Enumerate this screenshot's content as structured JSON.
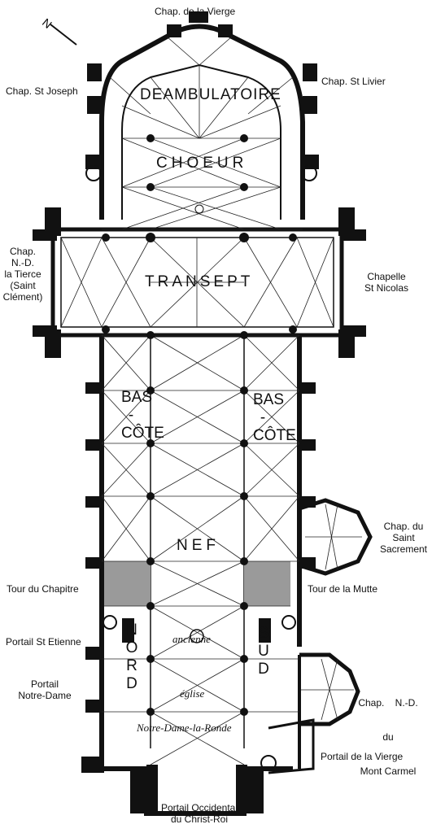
{
  "plan": {
    "north_arrow": "N",
    "areas": {
      "ambulatory": "DEAMBULATOIRE",
      "choir": "CHOEUR",
      "transept": "TRANSEPT",
      "nave": "NEF",
      "aisle_left": "BAS\n-\nCÔTE",
      "aisle_right": "BAS\n-\nCÔTE",
      "nord": "N\nO\nR\nD",
      "sud": "S\nU\nD"
    },
    "old_church": [
      "ancienne",
      "église",
      "Notre-Dame-la-Ronde"
    ],
    "labels": {
      "chap_vierge": "Chap. de la Vierge",
      "chap_st_joseph": "Chap. St Joseph",
      "chap_st_livier": "Chap. St Livier",
      "chap_nd_tierce": [
        "Chap.",
        "N.-D.",
        "la Tierce",
        "(Saint",
        "Clément)"
      ],
      "chapelle_st_nicolas": [
        "Chapelle",
        "St Nicolas"
      ],
      "chap_saint_sacrement": [
        "Chap. du",
        "Saint",
        "Sacrement"
      ],
      "tour_chapitre": "Tour du Chapitre",
      "tour_mutte": "Tour de la Mutte",
      "portail_st_etienne": "Portail St Etienne",
      "portail_notre_dame": [
        "Portail",
        "Notre-Dame"
      ],
      "chap_nd_mont_carmel": [
        "Chap.    N.-D.",
        "du",
        "Mont Carmel"
      ],
      "portail_vierge": "Portail de la Vierge",
      "portail_occidental": [
        "Portail Occidental",
        "du Christ-Roi"
      ]
    },
    "colors": {
      "wall": "#111111",
      "tower_fill": "#9a9a9a",
      "rib": "#222222",
      "background": "#ffffff"
    }
  }
}
